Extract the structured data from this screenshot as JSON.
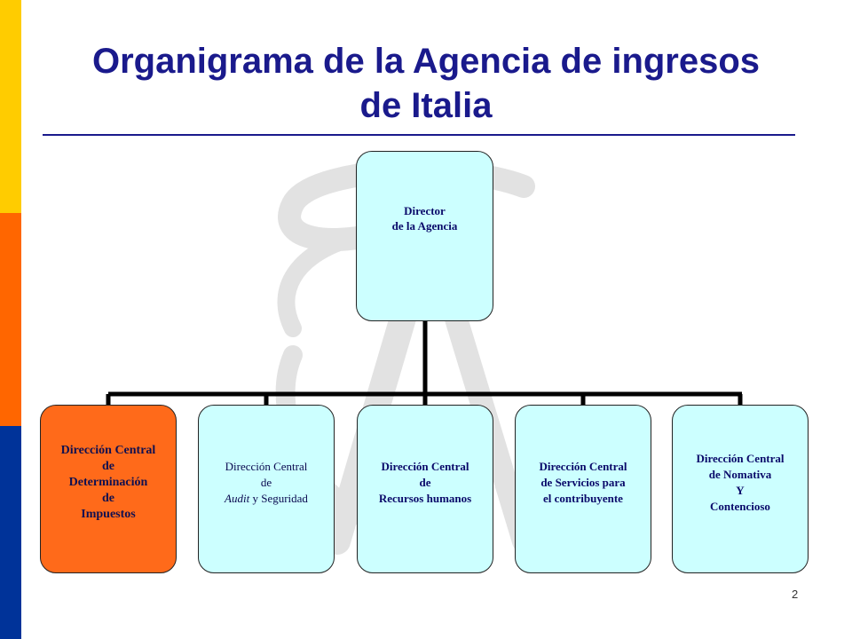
{
  "slide": {
    "title_line1": "Organigrama de la Agencia de ingresos",
    "title_line2": "de Italia",
    "page_number": "2"
  },
  "colors": {
    "title": "#1a1a8c",
    "box_fill": "#ccffff",
    "highlight_fill": "#ff6a1a",
    "stripe_yellow": "#ffcc00",
    "stripe_orange": "#ff6600",
    "stripe_blue": "#003399"
  },
  "org": {
    "director": {
      "line1": "Director",
      "line2": "de la Agencia"
    },
    "children": [
      {
        "lines": [
          "Dirección Central",
          "de",
          "Determinación",
          "de",
          "Impuestos"
        ],
        "highlighted": true
      },
      {
        "lines": [
          "Dirección Central",
          "de",
          "Audit y Seguridad"
        ],
        "highlighted": false
      },
      {
        "lines": [
          "Dirección Central",
          "de",
          "Recursos humanos"
        ],
        "highlighted": false
      },
      {
        "lines": [
          "Dirección Central",
          "de Servicios para",
          "el contribuyente"
        ],
        "highlighted": false
      },
      {
        "lines": [
          "Dirección Central",
          "de Nomativa",
          "Y",
          "Contencioso"
        ],
        "highlighted": false
      }
    ]
  },
  "icons": {
    "watermark": "agency-logo-watermark-icon"
  }
}
